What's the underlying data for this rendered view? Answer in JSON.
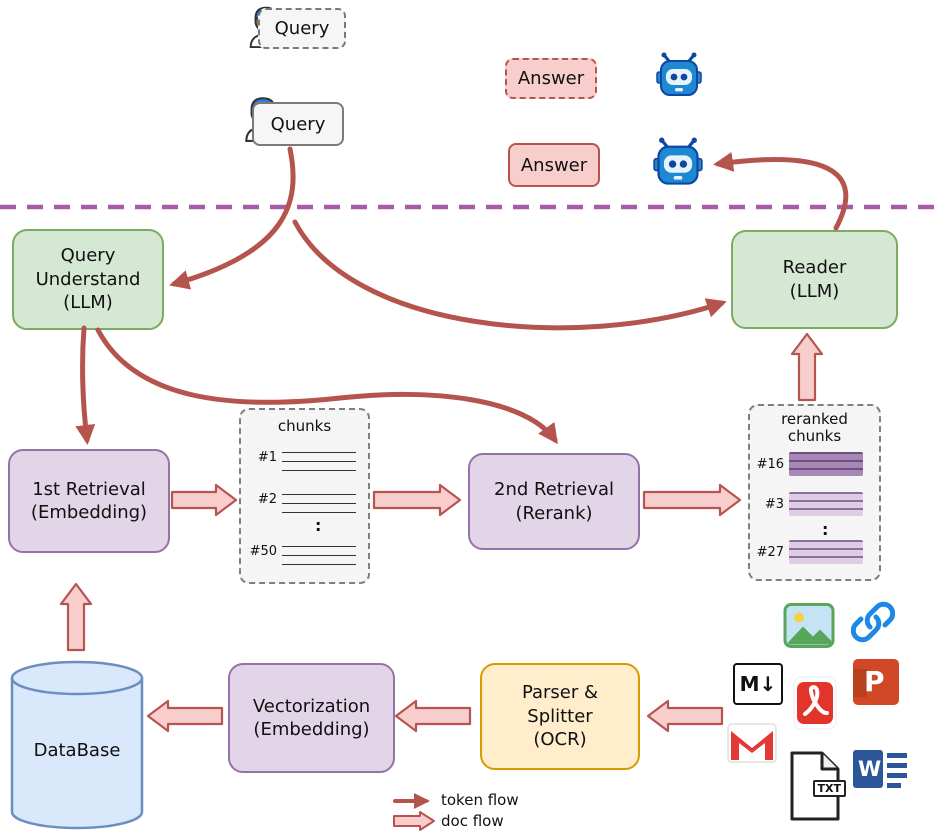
{
  "palette": {
    "arrow": "#b5544d",
    "flow_fill": "#f8cecc",
    "flow_border": "#b85450",
    "green_fill": "#d5e8d4",
    "green_border": "#7cab62",
    "purple_fill": "#e1d5e7",
    "purple_border": "#9673a6",
    "orange_fill": "#ffedcb",
    "orange_border": "#d79b00",
    "blue_fill": "#dae8fc",
    "blue_border": "#6c8ebf",
    "answer_fill": "#f8cecc",
    "answer_border": "#b85450",
    "separator": "#a85ba8"
  },
  "top": {
    "query_draft": "Query",
    "query_final": "Query",
    "answer_draft": "Answer",
    "answer_final": "Answer"
  },
  "nodes": {
    "query_understand": "Query\nUnderstand\n(LLM)",
    "reader": "Reader\n(LLM)",
    "first_retrieval": "1st Retrieval\n(Embedding)",
    "second_retrieval": "2nd Retrieval\n(Rerank)",
    "vectorization": "Vectorization\n(Embedding)",
    "parser_splitter": "Parser &\nSplitter\n(OCR)",
    "database": "DataBase"
  },
  "chunks_panel": {
    "title": "chunks",
    "rows": [
      "#1",
      "#2",
      "#50"
    ],
    "ellipsis": ":"
  },
  "reranked_panel": {
    "title": "reranked\nchunks",
    "rows": [
      "#16",
      "#3",
      "#27"
    ],
    "ellipsis": ":"
  },
  "file_icons": {
    "markdown_label": "M↓",
    "txt_label": "TXT",
    "word_letter": "W",
    "ppt_letter": "P"
  },
  "legend": {
    "token_flow": "token flow",
    "doc_flow": "doc flow"
  }
}
